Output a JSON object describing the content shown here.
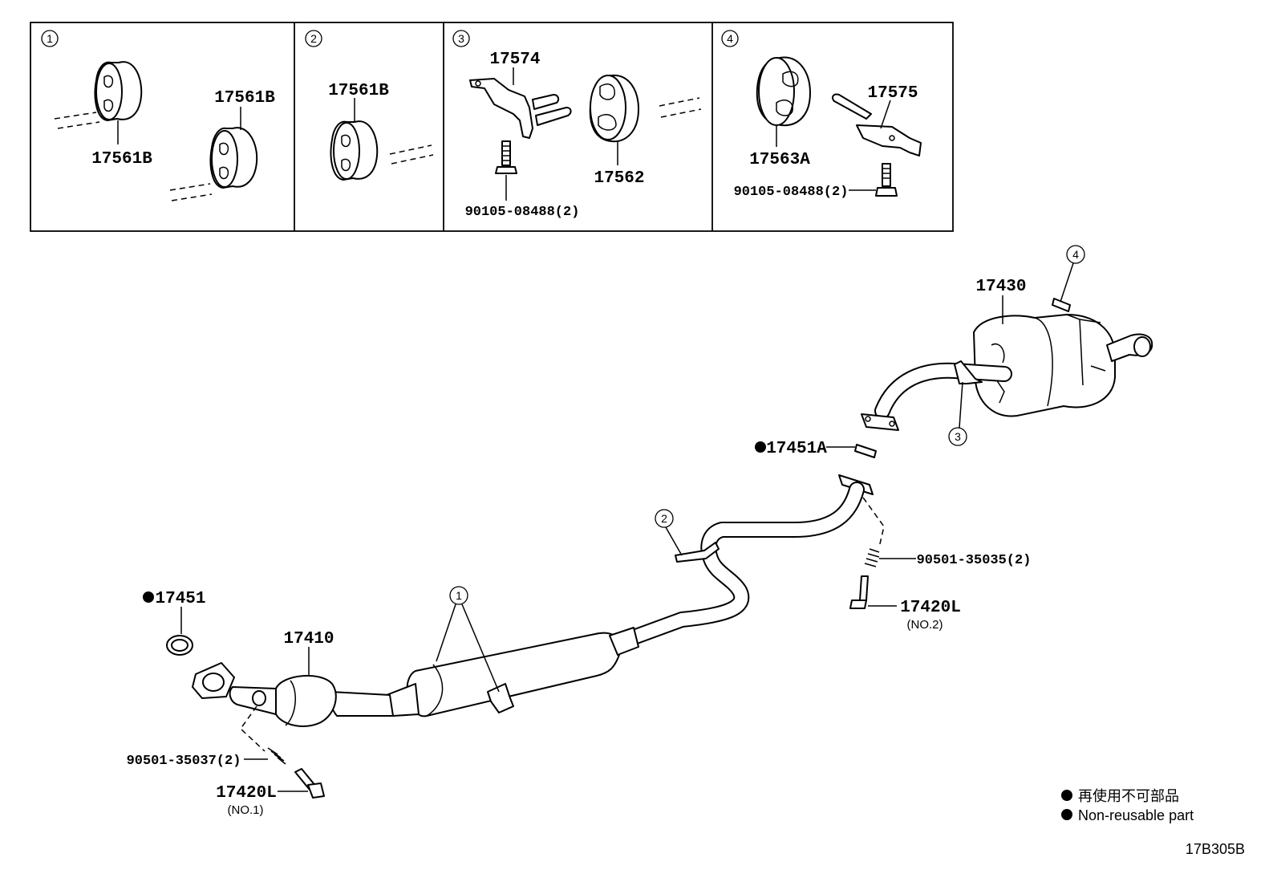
{
  "insets": [
    {
      "num": "1",
      "labels": [
        "17561B",
        "17561B"
      ]
    },
    {
      "num": "2",
      "labels": [
        "17561B"
      ]
    },
    {
      "num": "3",
      "labels": [
        "17574",
        "17562",
        "90105-08488(2)"
      ]
    },
    {
      "num": "4",
      "labels": [
        "17575",
        "17563A",
        "90105-08488(2)"
      ]
    }
  ],
  "parts": {
    "muffler": "17430",
    "tailpipe_gasket": "17451A",
    "front_gasket": "17451",
    "front_pipe": "17410",
    "spring_rear": "90501-35035(2)",
    "bolt_rear": "17420L",
    "bolt_rear_note": "(NO.2)",
    "spring_front": "90501-35037(2)",
    "bolt_front": "17420L",
    "bolt_front_note": "(NO.1)"
  },
  "callouts": {
    "c1": "1",
    "c2": "2",
    "c3": "3",
    "c4": "4"
  },
  "legend": {
    "line_jp": "再使用不可部品",
    "line_en": "Non-reusable part"
  },
  "figure_id": "17B305B"
}
